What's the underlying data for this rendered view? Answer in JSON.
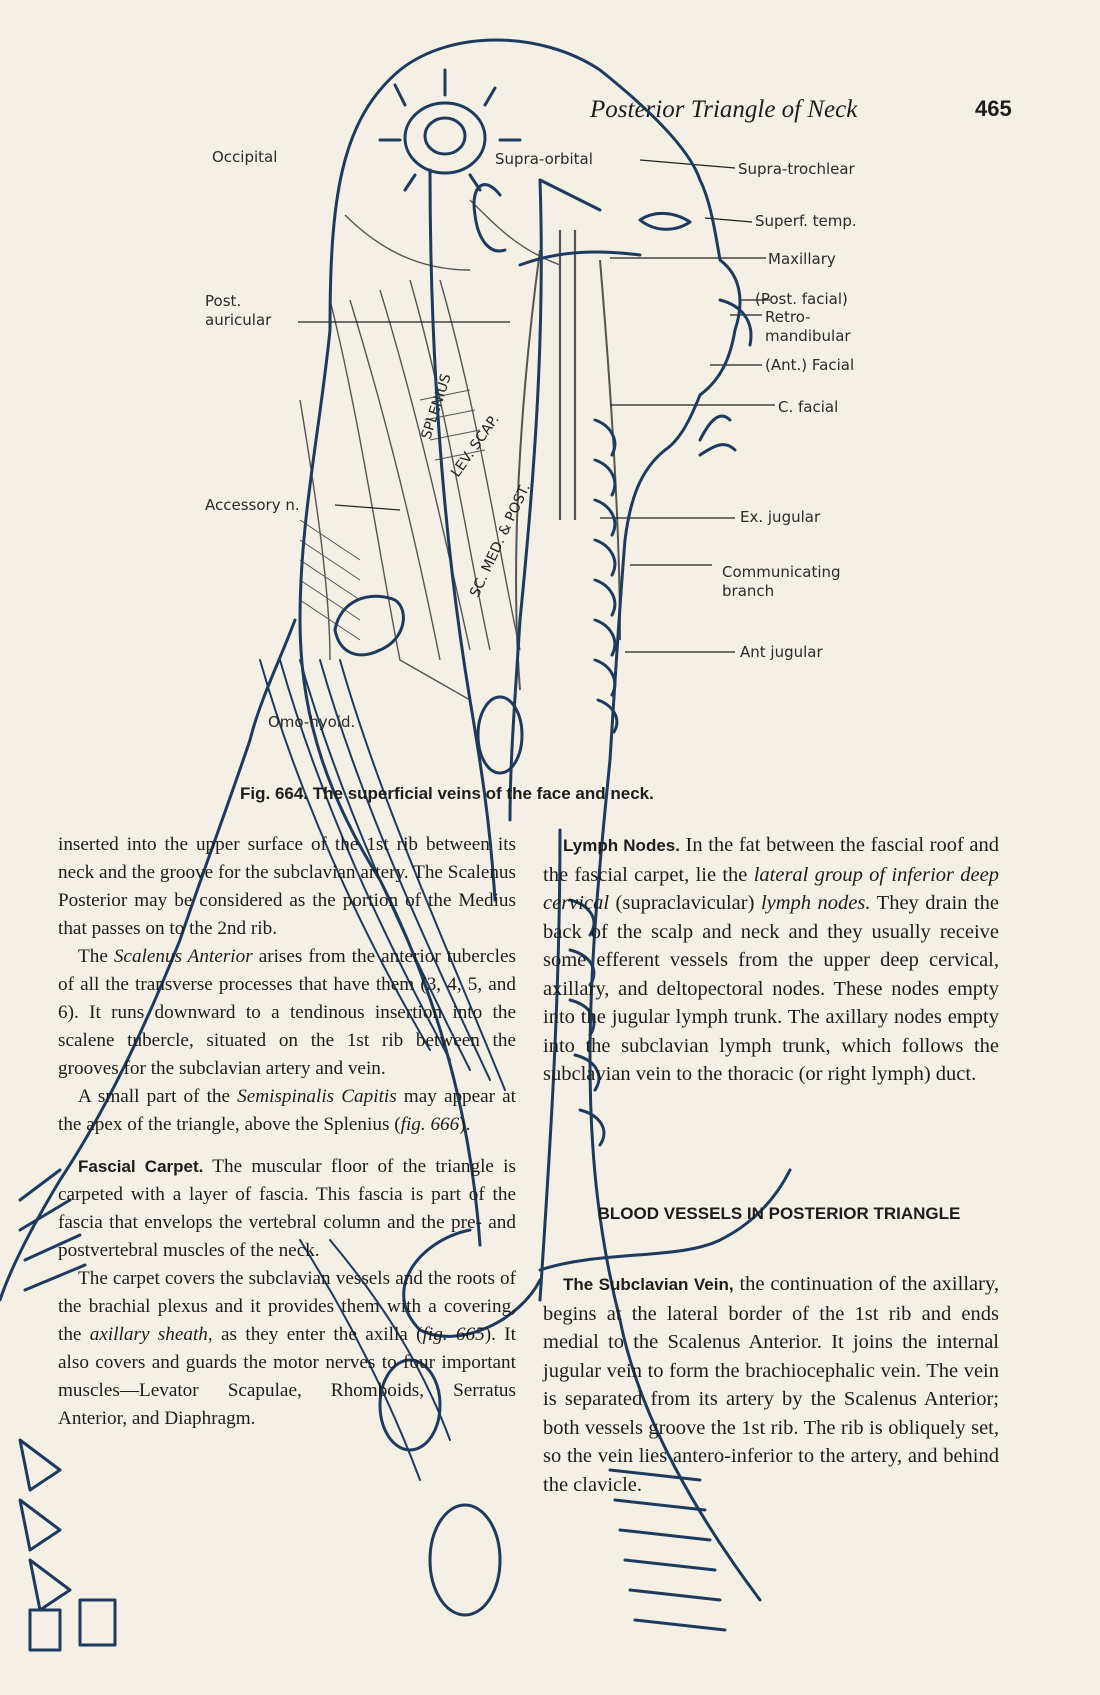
{
  "header": {
    "title": "Posterior Triangle of Neck",
    "page_number": "465"
  },
  "labels": {
    "occipital": "Occipital",
    "supra_orbital": "Supra-orbital",
    "supra_trochlear": "Supra-trochlear",
    "superf_temp": "Superf. temp.",
    "maxillary": "Maxillary",
    "post_facial": "(Post. facial)",
    "retro_mandibular": "Retro-\nmandibular",
    "ant_facial": "(Ant.) Facial",
    "c_facial": "C. facial",
    "post_auricular": "Post.\nauricular",
    "accessory": "Accessory n.",
    "ex_jugular": "Ex. jugular",
    "communicating": "Communicating\nbranch",
    "ant_jugular": "Ant jugular",
    "omo_hyoid": "Omo-hyoid.",
    "splenius": "SPLENIUS",
    "lev_scap": "LEV. SCAP.",
    "sc_med_post": "SC. MED. & POST."
  },
  "caption": {
    "fig": "Fig. 664.",
    "text": "The superficial veins of the face and neck."
  },
  "col1": {
    "p1": "inserted into the upper surface of the 1st rib between its neck and the groove for the subclavian artery. The Scalenus Posterior may be considered as the portion of the Medius that passes on to the 2nd rib.",
    "p2_a": "The ",
    "p2_em": "Scalenus Anterior",
    "p2_b": " arises from the anterior tubercles of all the transverse processes that have them (3, 4, 5, and 6). It runs downward to a tendinous insertion into the scalene tubercle, situated on the 1st rib between the grooves for the subclavian artery and vein.",
    "p3_a": "A small part of the ",
    "p3_em": "Semispinalis Capitis",
    "p3_b": " may appear at the apex of the triangle, above the Splenius (",
    "p3_fig": "fig. 666",
    "p3_c": ").",
    "p4_head": "Fascial Carpet.",
    "p4_text": " The muscular floor of the triangle is carpeted with a layer of fascia. This fascia is part of the fascia that envelops the vertebral column and the pre- and postvertebral muscles of the neck.",
    "p5_a": "The carpet covers the subclavian vessels and the roots of the brachial plexus and it provides them with a covering, the ",
    "p5_em": "axillary sheath",
    "p5_b": ", as they enter the axilla (",
    "p5_fig": "fig. 665",
    "p5_c": "). It also covers and guards the motor nerves to four important muscles—Levator Scapulae, Rhomboids, Serratus Anterior, and Diaphragm."
  },
  "col2": {
    "p1_head": "Lymph Nodes.",
    "p1_a": " In the fat between the fascial roof and the fascial carpet, lie the ",
    "p1_em": "lateral group of inferior deep cervical",
    "p1_b": " (supraclavicular) ",
    "p1_em2": "lymph nodes.",
    "p1_c": " They drain the back of the scalp and neck and they usually receive some efferent vessels from the upper deep cervical, axillary, and deltopectoral nodes. These nodes empty into the jugular lymph trunk. The axillary nodes empty into the subclavian lymph trunk, which follows the subclavian vein to the thoracic (or right lymph) duct.",
    "blood_head": "BLOOD VESSELS IN POSTERIOR TRIANGLE",
    "p2_head": "The Subclavian Vein,",
    "p2_text": " the continuation of the axillary, begins at the lateral border of the 1st rib and ends medial to the Scalenus Anterior. It joins the internal jugular vein to form the brachiocephalic vein. The vein is separated from its artery by the Scalenus Anterior; both vessels groove the 1st rib. The rib is obliquely set, so the vein lies antero-inferior to the artery, and behind the clavicle."
  },
  "colors": {
    "paper": "#f4f0e6",
    "ink_print": "#1c1c1c",
    "pen_ink": "#1f3a5c"
  }
}
